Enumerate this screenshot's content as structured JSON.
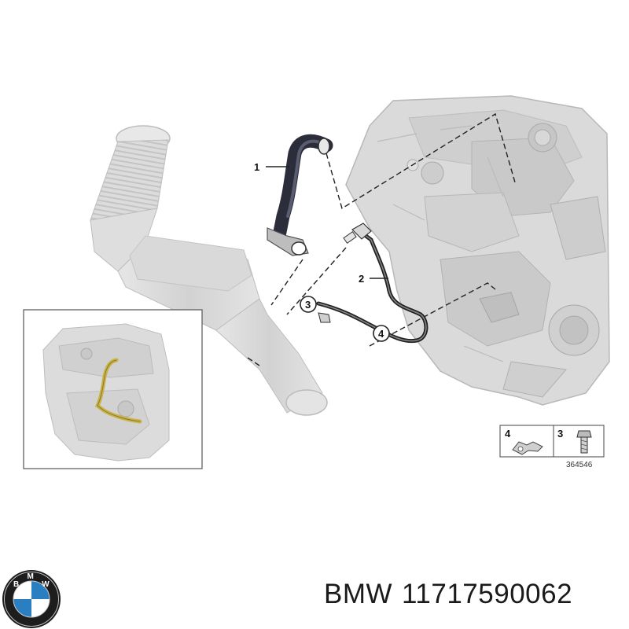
{
  "diagram": {
    "callouts": [
      {
        "id": 1,
        "label": "1"
      },
      {
        "id": 2,
        "label": "2"
      },
      {
        "id": 3,
        "label": "3"
      },
      {
        "id": 4,
        "label": "4"
      }
    ],
    "legend": {
      "item_a_label": "4",
      "item_b_label": "3",
      "reference_number": "364546"
    }
  },
  "footer": {
    "brand": "BMW",
    "part_number": "11717590062"
  },
  "logo": {
    "lettering": "BMW",
    "colors": {
      "blue": "#2a7fc0",
      "white": "#ffffff",
      "ring": "#111111"
    }
  },
  "colors": {
    "hose": "#2b2d3a",
    "pipe": "#222222",
    "engine_gray": "#d4d4d4",
    "engine_edge": "#b0b0b0",
    "thumbnail_hose": "#c8b24a"
  }
}
